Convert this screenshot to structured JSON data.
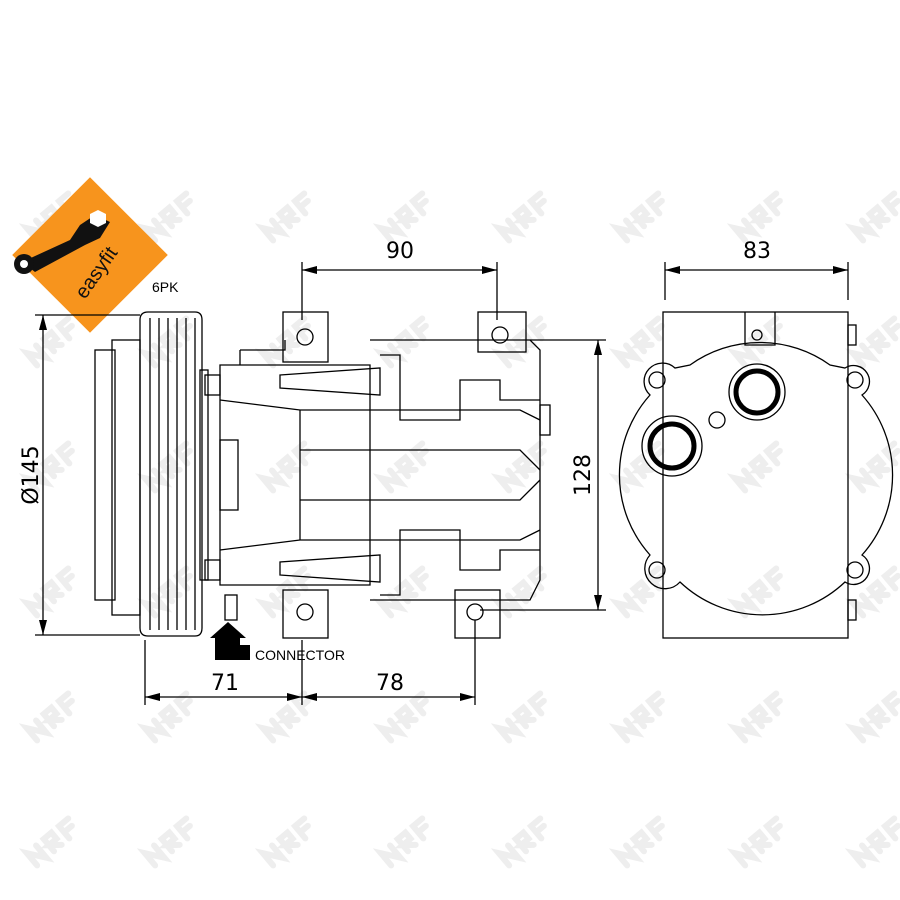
{
  "logo": {
    "text": "easyfit",
    "color": "#f7941d"
  },
  "watermark": "NRF",
  "labels": {
    "belt": "6PK",
    "connector": "CONNECTOR"
  },
  "dimensions": {
    "width_top": "90",
    "depth_right": "83",
    "diameter": "Ø145",
    "height": "128",
    "left_bottom": "71",
    "right_bottom": "78"
  }
}
